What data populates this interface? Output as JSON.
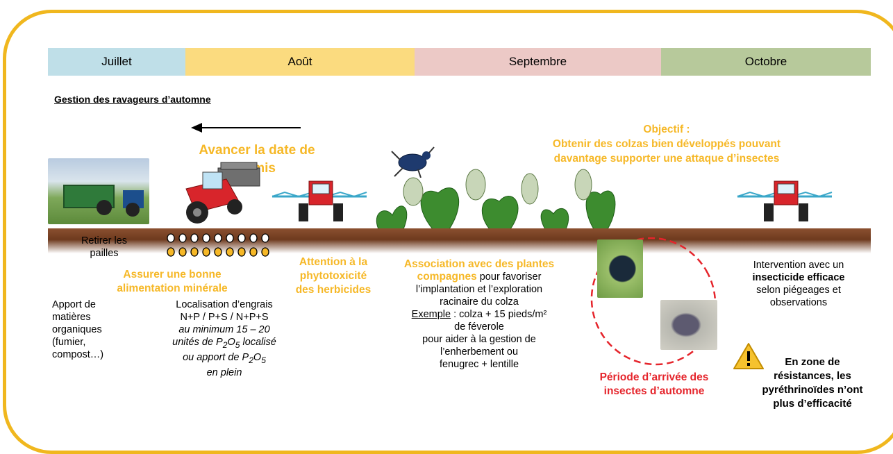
{
  "months": [
    {
      "label": "Juillet",
      "color": "#bfdfe8"
    },
    {
      "label": "Août",
      "color": "#fbdb7f"
    },
    {
      "label": "Septembre",
      "color": "#ecc9c6"
    },
    {
      "label": "Octobre",
      "color": "#b7c99b"
    }
  ],
  "heading": "Gestion des ravageurs d’automne",
  "objective": {
    "title": "Objectif :",
    "line1": "Obtenir des colzas bien développés pouvant",
    "line2": "davantage supporter une attaque d’insectes"
  },
  "advance": {
    "line1": "Avancer la date de",
    "line2": "semis"
  },
  "straw": {
    "line1": "Retirer les",
    "line2": "pailles"
  },
  "mineral": {
    "line1": "Assurer une bonne",
    "line2": "alimentation minérale"
  },
  "phyto": {
    "line1": "Attention à la",
    "line2": "phytotoxicité",
    "line3": "des herbicides"
  },
  "organic": {
    "line1": "Apport de",
    "line2": "matières",
    "line3": "organiques",
    "line4": "(fumier,",
    "line5": "compost…)"
  },
  "fertilizer": {
    "line1": "Localisation d’engrais",
    "line2": "N+P / P+S / N+P+S",
    "line3": "au minimum 15 – 20",
    "line4a": "unités de P",
    "sub1": "2",
    "line4b": "O",
    "sub2": "5",
    "line4c": " localisé",
    "line5a": "ou apport de P",
    "sub3": "2",
    "line5b": "O",
    "sub4": "5",
    "line6": "en plein"
  },
  "association": {
    "title1": "Association avec des plantes",
    "title2": "compagnes",
    "rest1": " pour favoriser",
    "line3": "l’implantation et l’exploration",
    "line4": "racinaire du colza",
    "example_label": "Exemple",
    "example_rest": " : colza + 15 pieds/m²",
    "line6": "de féverole",
    "line7": "pour aider à la gestion de",
    "line8": "l’enherbement ou",
    "line9": "fenugrec + lentille"
  },
  "arrival": {
    "line1": "Période d’arrivée des",
    "line2": "insectes d’automne"
  },
  "intervention": {
    "line1": "Intervention avec un",
    "bold": "insecticide efficace",
    "line3": "selon piégeages et",
    "line4": "observations"
  },
  "resistance": {
    "line1": "En zone de",
    "line2": "résistances, les",
    "line3": "pyréthrinoïdes n’ont",
    "line4": "plus d’efficacité"
  },
  "colors": {
    "frame": "#f0b71e",
    "orange": "#f6b827",
    "red": "#e5242b"
  }
}
